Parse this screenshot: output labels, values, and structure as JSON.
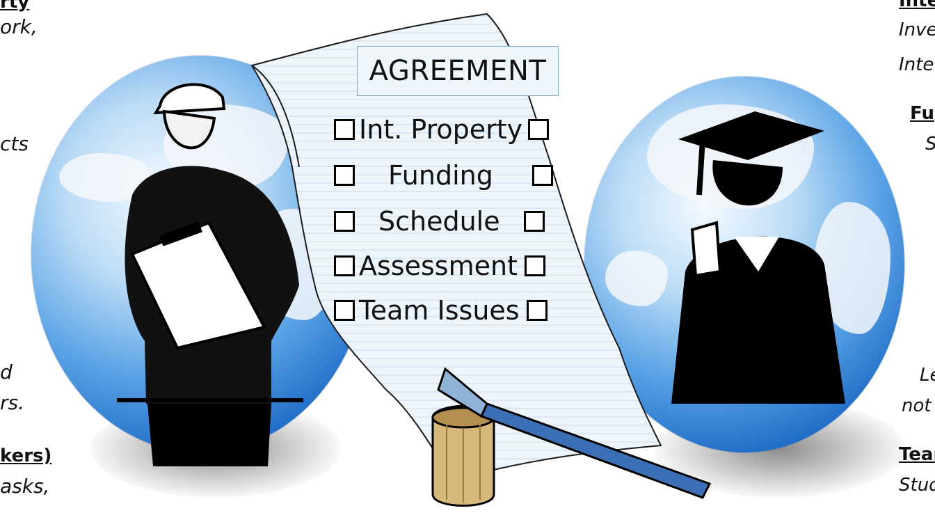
{
  "agreement": {
    "title": "AGREEMENT",
    "items": [
      {
        "label": "Int. Property"
      },
      {
        "label": "Funding"
      },
      {
        "label": "Schedule"
      },
      {
        "label": "Assessment"
      },
      {
        "label": "Team Issues"
      }
    ]
  },
  "left_fragments": {
    "top_heading": "rty",
    "line1": "ork,",
    "line2": "cts",
    "line3": "d",
    "line4": "rs.",
    "heading2": "kers)",
    "line5": "asks,"
  },
  "right_fragments": {
    "heading1": "Inte",
    "line1": "Inve",
    "line2": "Inte",
    "heading2": "Fu",
    "line3": "S",
    "line4": "Le",
    "line5": "not",
    "heading3": "Tear",
    "line6": "Stud"
  },
  "colors": {
    "globe_blue": "#1f6cc6",
    "paper": "#eef5fb",
    "paper_lines": "#c9dcec"
  }
}
